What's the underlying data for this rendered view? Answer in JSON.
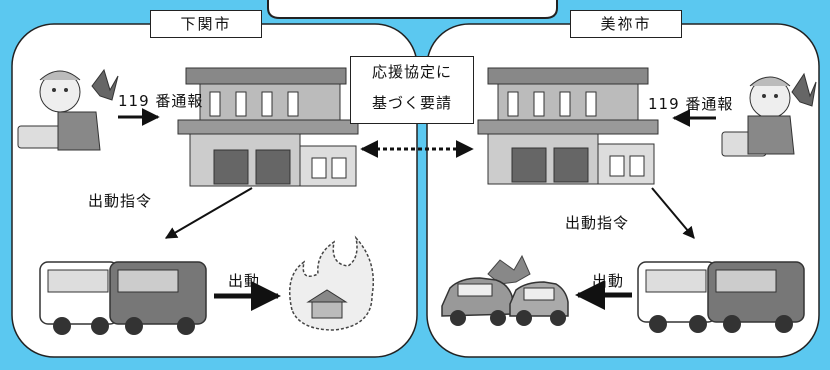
{
  "left_city": {
    "title": "下関市",
    "call_label": "119 番通報",
    "dispatch_order": "出動指令",
    "dispatch": "出動"
  },
  "right_city": {
    "title": "美祢市",
    "call_label": "119 番通報",
    "dispatch_order": "出動指令",
    "dispatch": "出動"
  },
  "center": {
    "line1": "応援協定に",
    "line2": "基づく要請"
  }
}
